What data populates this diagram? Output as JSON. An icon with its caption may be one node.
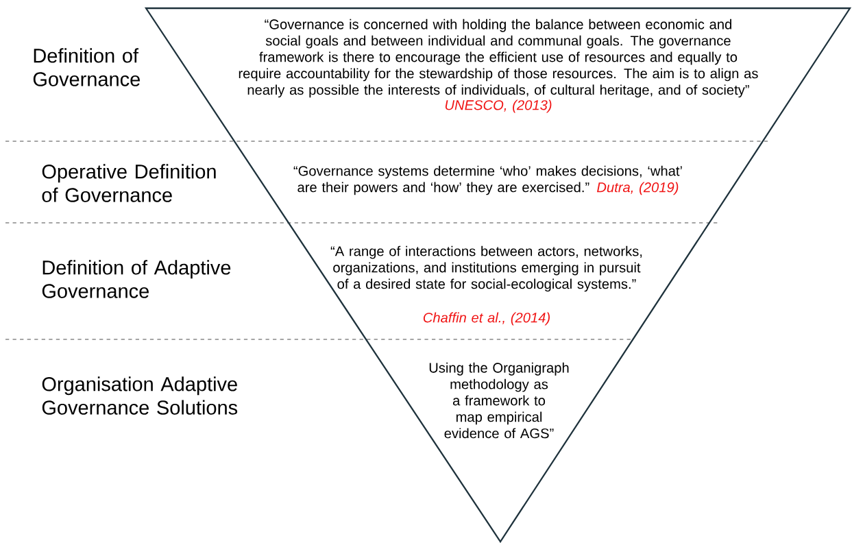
{
  "diagram": {
    "nodes": [
      {
        "text": [
          "“Governance is concerned with holding the balance between economic and social goals and between individual and communal goals. The governance framework is there to encourage the efficient use of resources and equally to require accountability for the stewardship of those resources. The aim is to align as nearly as possible the interests of individuals, of cultural heritage, and of society”",
          "UNESCO, (2013)",
          "“Governance systems determine ‘who’ makes decisions, ‘what’ are their powers and ‘how’ they are exercised.”",
          "Dutra, (2019)",
          "“A range of interactions between actors, networks, organizations, and institutions emerging in pursuit of a desired state for social-ecological systems.”",
          "Chaffin et al., (2014)",
          "Using the Organigraph methodology as a framework to map empirical evidence of AGS”"
        ]
      }
    ],
    "labels": [
      "Definition of Governance",
      "Operative Definition of Governance",
      "Definition of Adaptive Governance",
      "Organisation Adaptive Governance Solutions"
    ]
  }
}
